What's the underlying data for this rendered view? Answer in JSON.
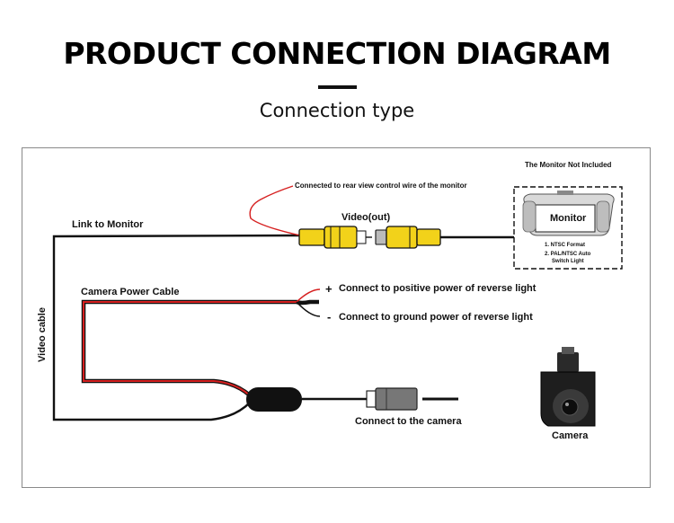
{
  "header": {
    "title": "PRODUCT CONNECTION DIAGRAM",
    "subtitle": "Connection type"
  },
  "diagram": {
    "monitor_note": "The Monitor Not Included",
    "monitor_label": "Monitor",
    "monitor_spec_1": "1. NTSC Format",
    "monitor_spec_2a": "2. PAL/NTSC Auto",
    "monitor_spec_2b": "Switch Light",
    "control_wire_note": "Connected to rear view control wire of the monitor",
    "video_out": "Video(out)",
    "link_to_monitor": "Link to Monitor",
    "camera_power_cable": "Camera Power Cable",
    "plus_sign": "+",
    "minus_sign": "-",
    "positive_note": "Connect to positive power of reverse light",
    "ground_note": "Connect to ground power of reverse light",
    "video_cable": "Video cable",
    "connect_camera": "Connect to the camera",
    "camera_label": "Camera"
  },
  "colors": {
    "wire": "#111111",
    "power_wire": "#d62020",
    "rca_yellow": "#f2d21a",
    "camera_body": "#2a2a2a"
  }
}
